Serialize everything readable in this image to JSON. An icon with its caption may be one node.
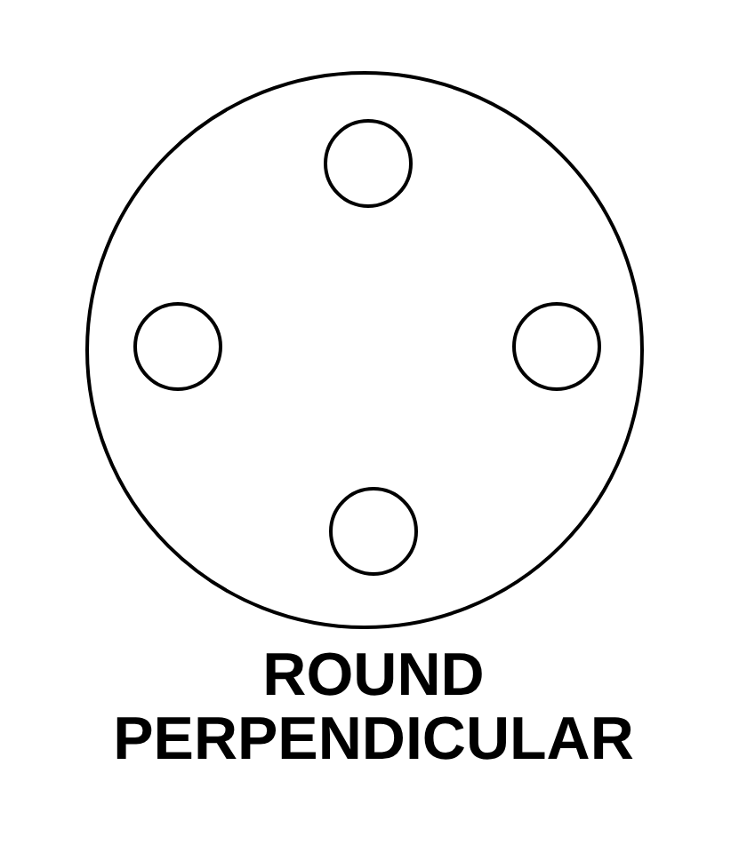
{
  "diagram": {
    "caption": "ROUND PERPENDICULAR",
    "nodes": [
      {
        "text": [],
        "shape": "circle"
      },
      {
        "text": [],
        "shape": "circle",
        "in": 0
      },
      {
        "text": [],
        "shape": "circle",
        "in": 0
      },
      {
        "text": [],
        "shape": "circle",
        "in": 0
      },
      {
        "text": [],
        "shape": "circle",
        "in": 0
      }
    ]
  }
}
